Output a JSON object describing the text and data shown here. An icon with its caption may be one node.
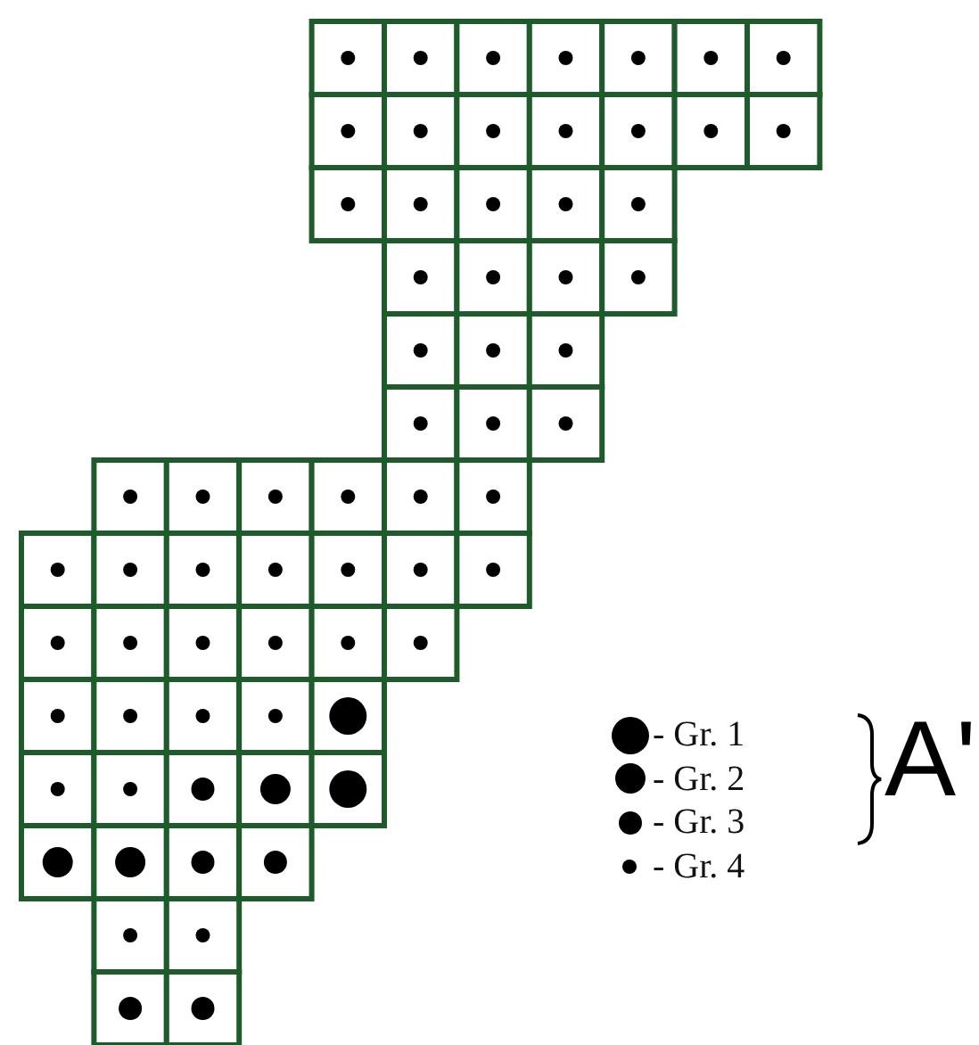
{
  "diagram": {
    "labels": [
      "A'"
    ],
    "legend": [
      {
        "text": "- Gr. 1"
      },
      {
        "text": "- Gr. 2"
      },
      {
        "text": "- Gr. 3"
      },
      {
        "text": "- Gr. 4"
      }
    ]
  }
}
